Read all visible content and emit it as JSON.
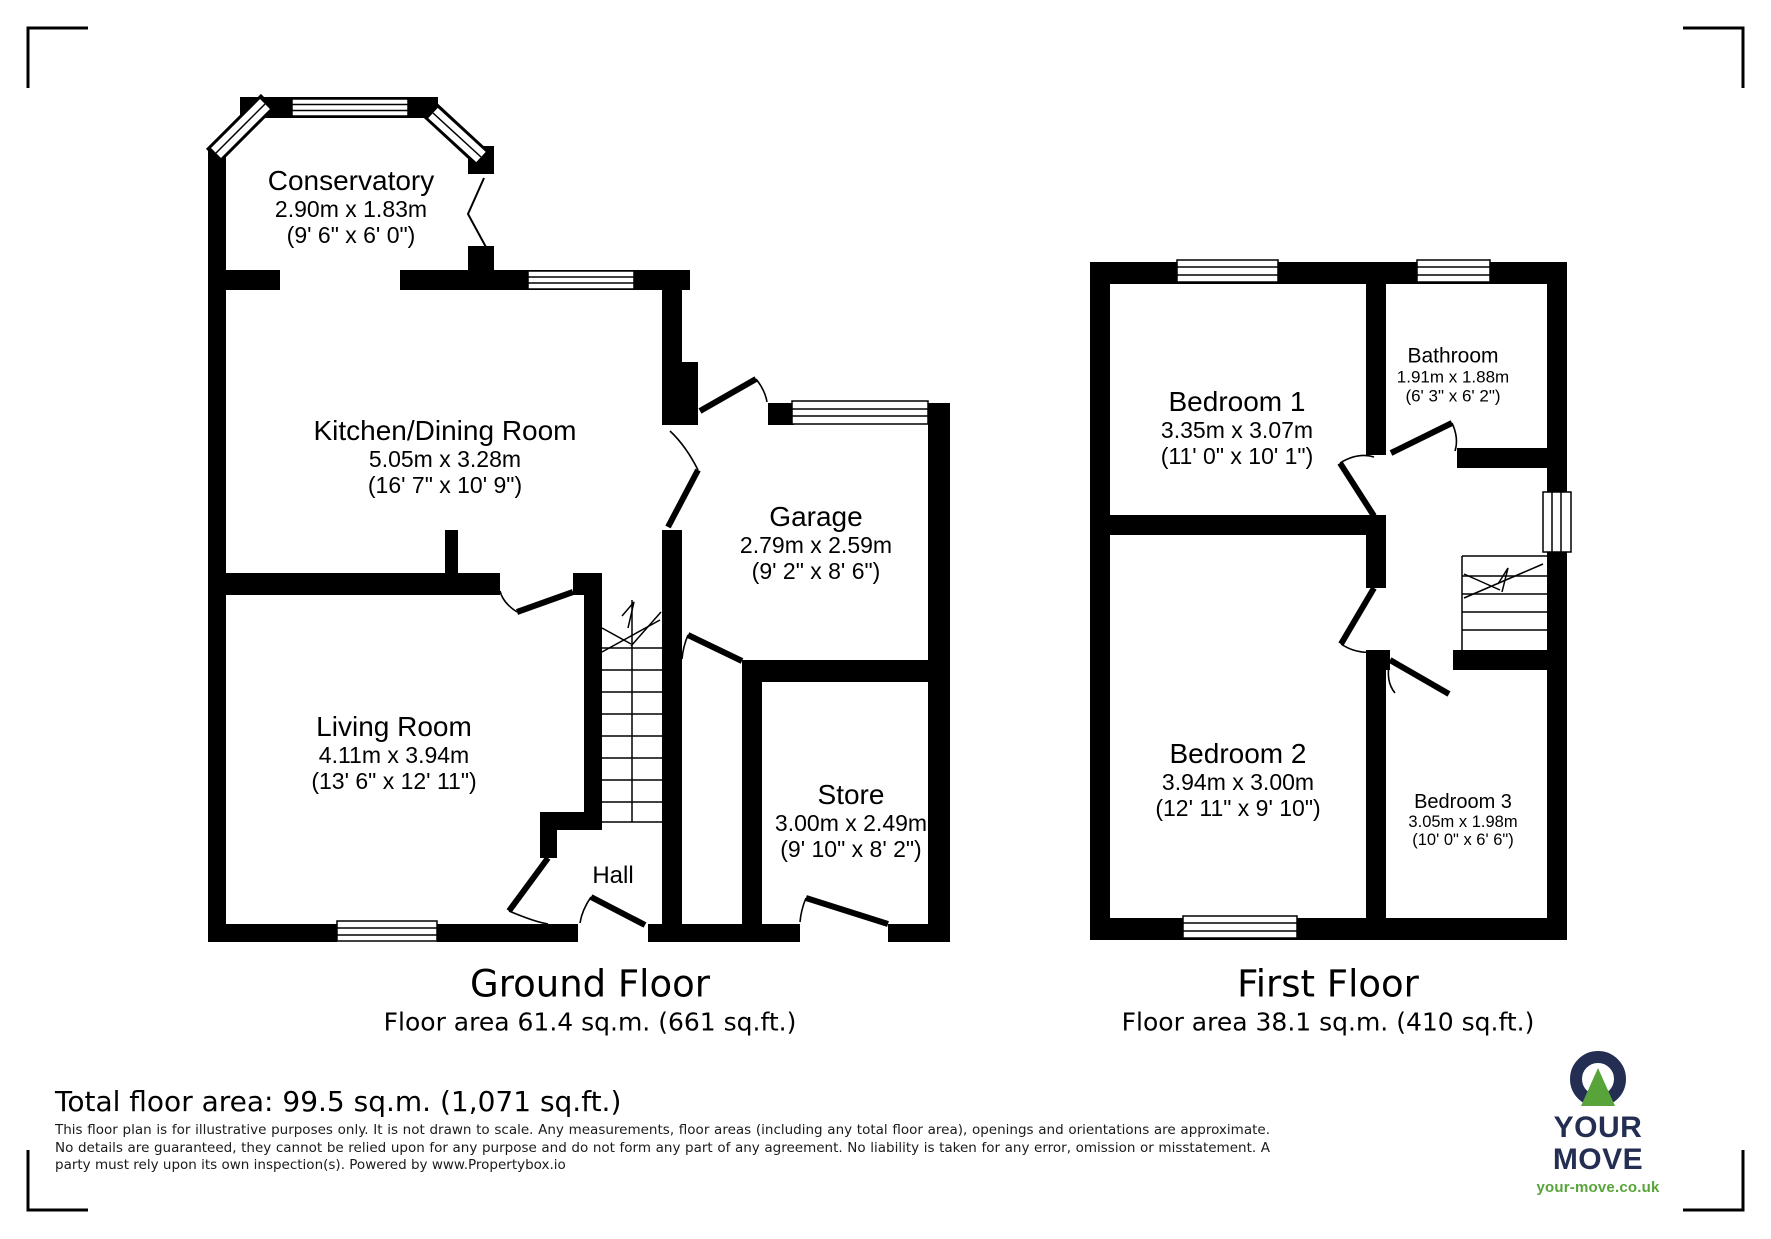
{
  "ground_floor": {
    "title": "Ground Floor",
    "area_label": "Floor area 61.4 sq.m. (661 sq.ft.)",
    "rooms": {
      "conservatory": {
        "name": "Conservatory",
        "metric": "2.90m x 1.83m",
        "imperial": "(9' 6\" x 6' 0\")"
      },
      "kitchen": {
        "name": "Kitchen/Dining Room",
        "metric": "5.05m x 3.28m",
        "imperial": "(16' 7\" x 10' 9\")"
      },
      "garage": {
        "name": "Garage",
        "metric": "2.79m x 2.59m",
        "imperial": "(9' 2\" x 8' 6\")"
      },
      "living": {
        "name": "Living Room",
        "metric": "4.11m x 3.94m",
        "imperial": "(13' 6\" x 12' 11\")"
      },
      "store": {
        "name": "Store",
        "metric": "3.00m x 2.49m",
        "imperial": "(9' 10\" x 8' 2\")"
      },
      "hall": {
        "name": "Hall"
      }
    }
  },
  "first_floor": {
    "title": "First Floor",
    "area_label": "Floor area 38.1 sq.m. (410 sq.ft.)",
    "rooms": {
      "bedroom1": {
        "name": "Bedroom 1",
        "metric": "3.35m x 3.07m",
        "imperial": "(11' 0\" x 10' 1\")"
      },
      "bathroom": {
        "name": "Bathroom",
        "metric": "1.91m x 1.88m",
        "imperial": "(6' 3\" x 6' 2\")"
      },
      "bedroom2": {
        "name": "Bedroom 2",
        "metric": "3.94m x 3.00m",
        "imperial": "(12' 11\" x 9' 10\")"
      },
      "bedroom3": {
        "name": "Bedroom 3",
        "metric": "3.05m x 1.98m",
        "imperial": "(10' 0\" x 6' 6\")"
      }
    }
  },
  "summary": {
    "total_area": "Total floor area: 99.5 sq.m. (1,071 sq.ft.)"
  },
  "disclaimer": {
    "text": "This floor plan is for illustrative purposes only. It is not drawn to scale. Any measurements, floor areas (including any total floor area), openings and orientations are approximate. No details are guaranteed, they cannot be relied upon for any purpose and do not form any part of any agreement. No liability is taken for any error, omission or misstatement. A party must rely upon its own inspection(s). Powered by www.Propertybox.io"
  },
  "logo": {
    "name": "YOUR MOVE",
    "url": "your-move.co.uk",
    "navy": "#242e52",
    "green": "#58a43a"
  }
}
